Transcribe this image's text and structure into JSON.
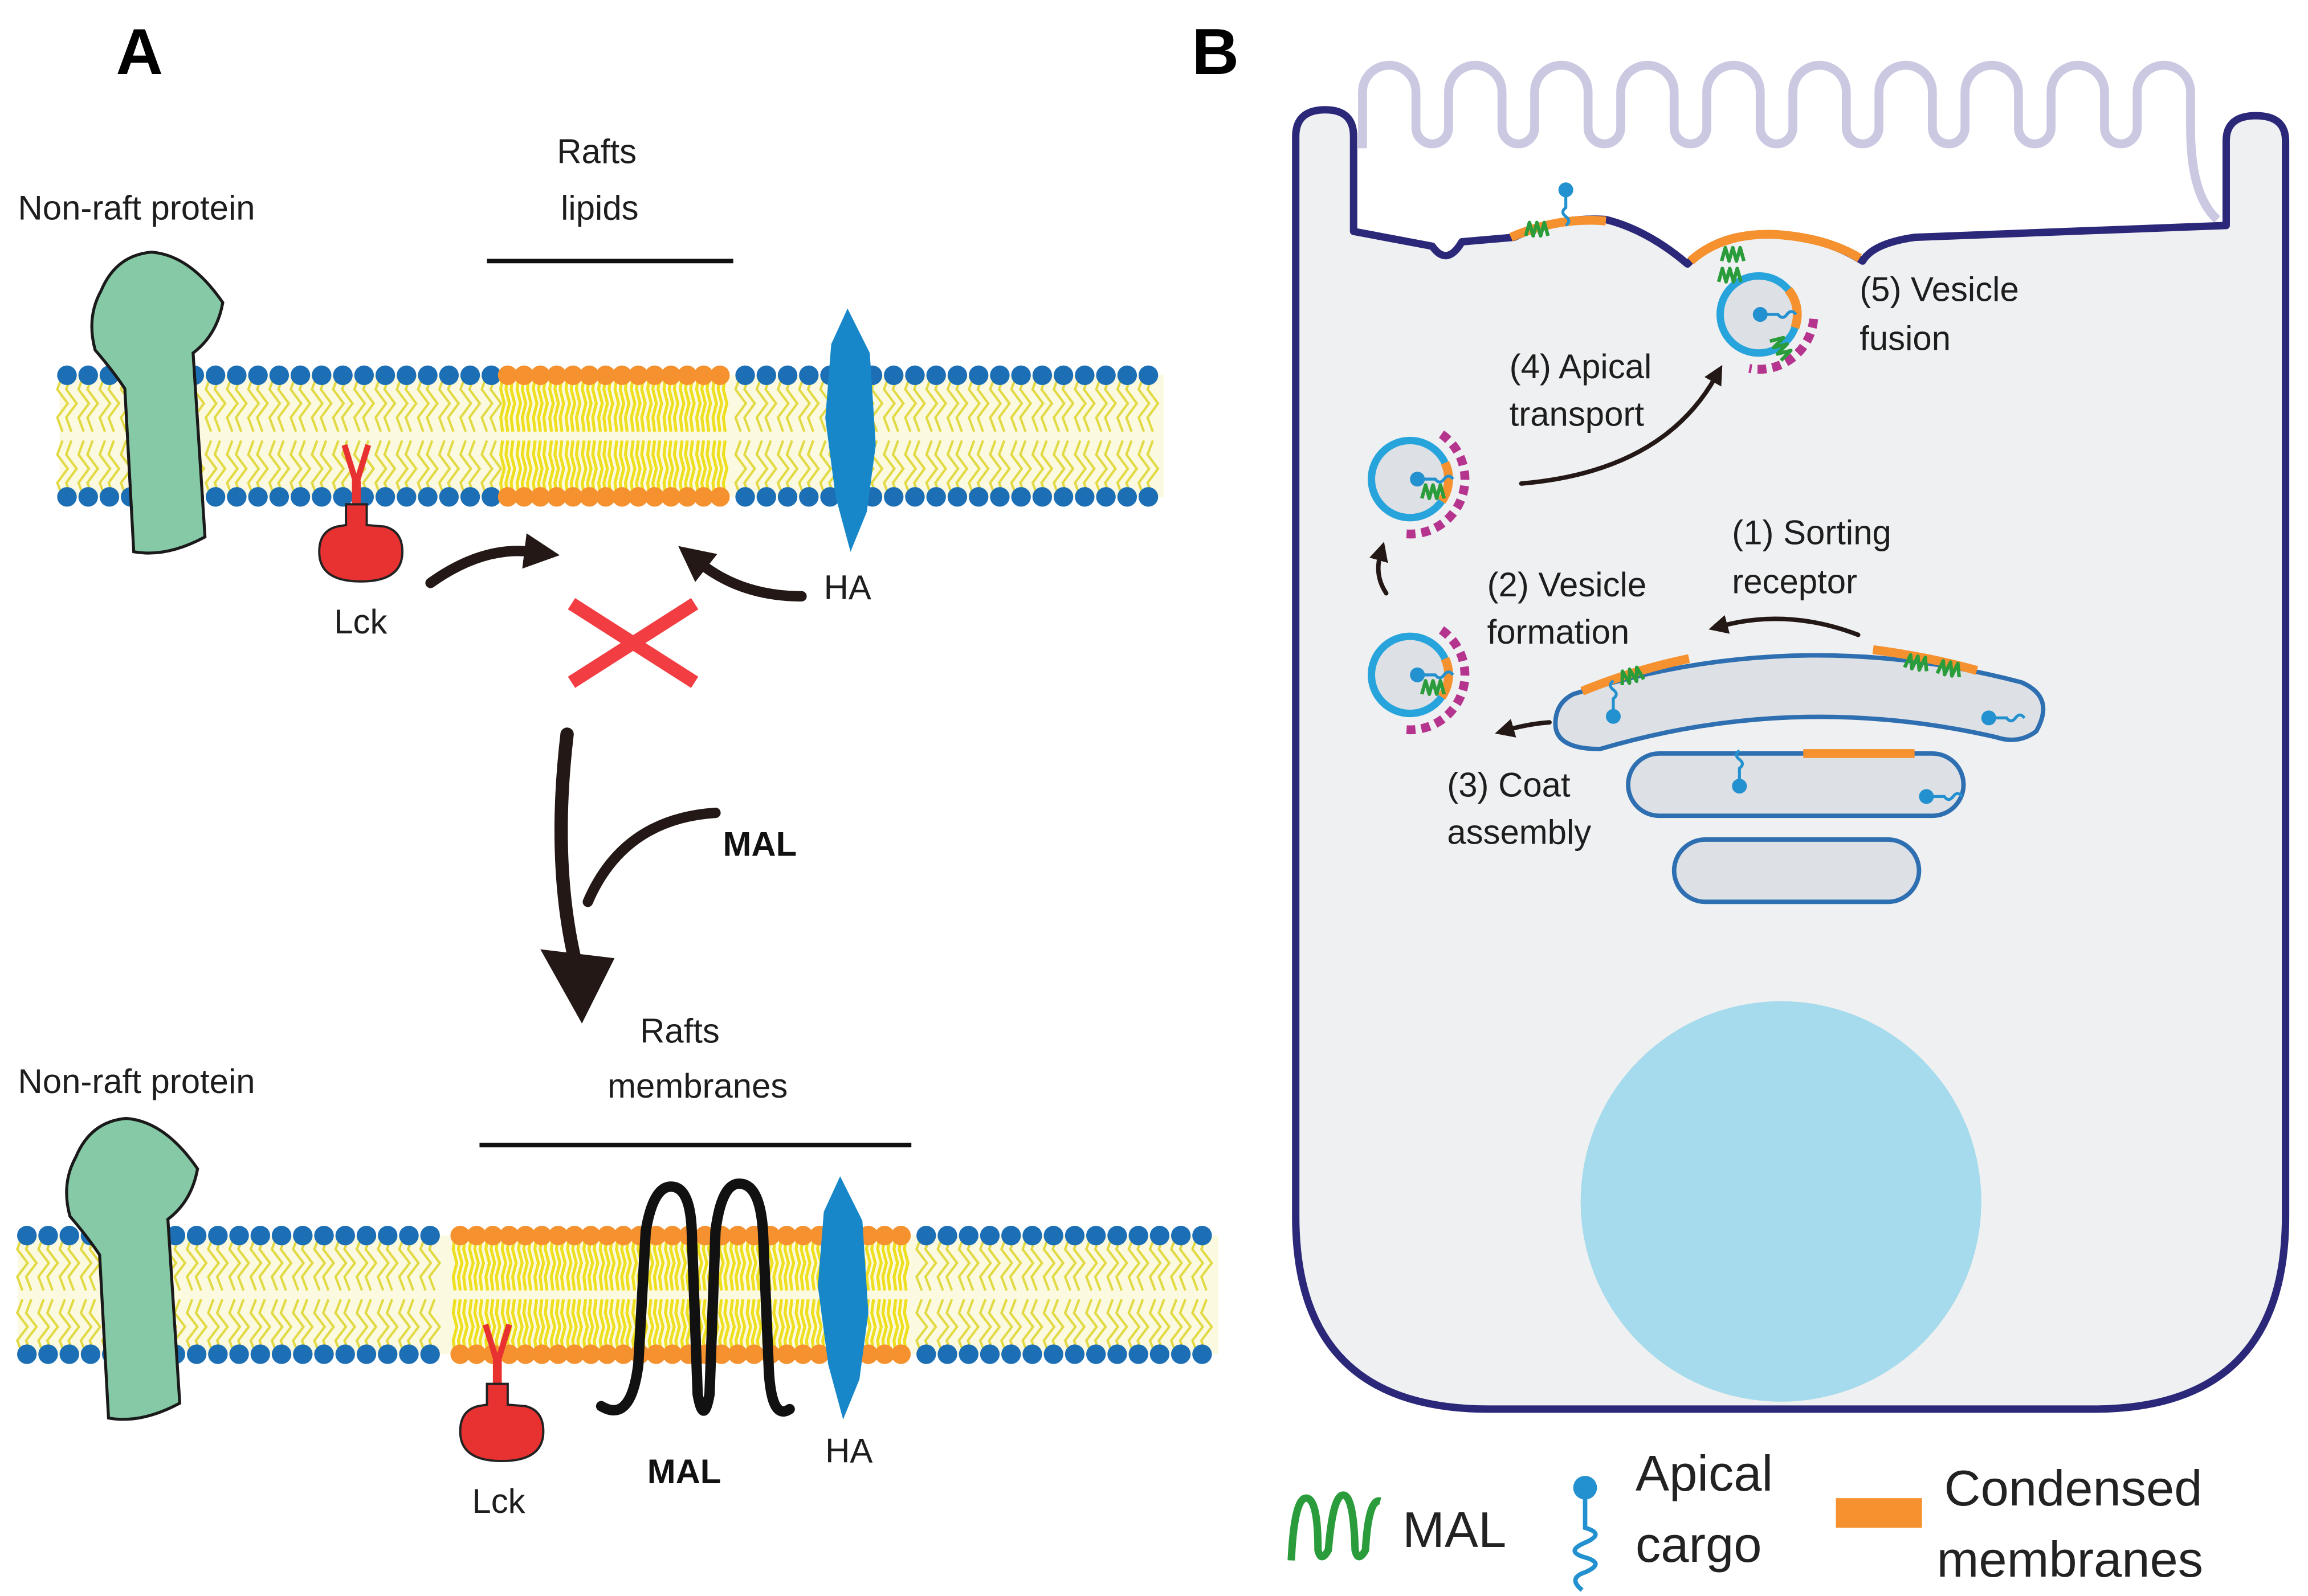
{
  "panel_a": {
    "label": "A",
    "lipid_state": {
      "title_lines": [
        "Rafts",
        "lipids"
      ],
      "nonraft_protein_label": "Non-raft protein",
      "lck_label": "Lck",
      "ha_label": "HA"
    },
    "transition_label": "MAL",
    "membrane_state": {
      "title_lines": [
        "Rafts",
        "membranes"
      ],
      "nonraft_protein_label": "Non-raft protein",
      "lck_label": "Lck",
      "mal_label": "MAL",
      "ha_label": "HA"
    }
  },
  "panel_b": {
    "label": "B",
    "steps": [
      {
        "lines": [
          "(1) Sorting",
          "receptor"
        ]
      },
      {
        "lines": [
          "(2) Vesicle",
          "formation"
        ]
      },
      {
        "lines": [
          "(3) Coat",
          "assembly"
        ]
      },
      {
        "lines": [
          "(4) Apical",
          "transport"
        ]
      },
      {
        "lines": [
          "(5) Vesicle",
          "fusion"
        ]
      }
    ],
    "legend": [
      {
        "icon": "mal-squiggle-icon",
        "lines": [
          "MAL"
        ]
      },
      {
        "icon": "apical-cargo-icon",
        "lines": [
          "Apical",
          "cargo"
        ]
      },
      {
        "icon": "condensed-membrane-swatch",
        "lines": [
          "Condensed",
          "membranes"
        ]
      }
    ]
  },
  "colors": {
    "lipid_head": "#1c6fb4",
    "raft_head": "#f5922f",
    "lipid_tail": "#e2da45",
    "raft_tail": "#eedf20",
    "bilayer_core": "#fbf9e0",
    "nonraft_protein": "#86c9a7",
    "lck": "#e83131",
    "ha": "#1787c9",
    "mal_transmembrane": "#111111",
    "inhibition_x": "#f23e43",
    "arrow": "#231815",
    "cell_outline": "#2c2879",
    "cell_fill": "#eff0f1",
    "microvilli": "#cbc9e2",
    "nucleus": "#a5dbec",
    "golgi_fill": "#dde0e4",
    "golgi_outline": "#2e6fb1",
    "vesicle_membrane": "#27a4dc",
    "coat": "#b5348e",
    "mal_icon": "#2a9c3b",
    "cargo": "#2391cf",
    "condensed_membrane": "#f5922f"
  }
}
